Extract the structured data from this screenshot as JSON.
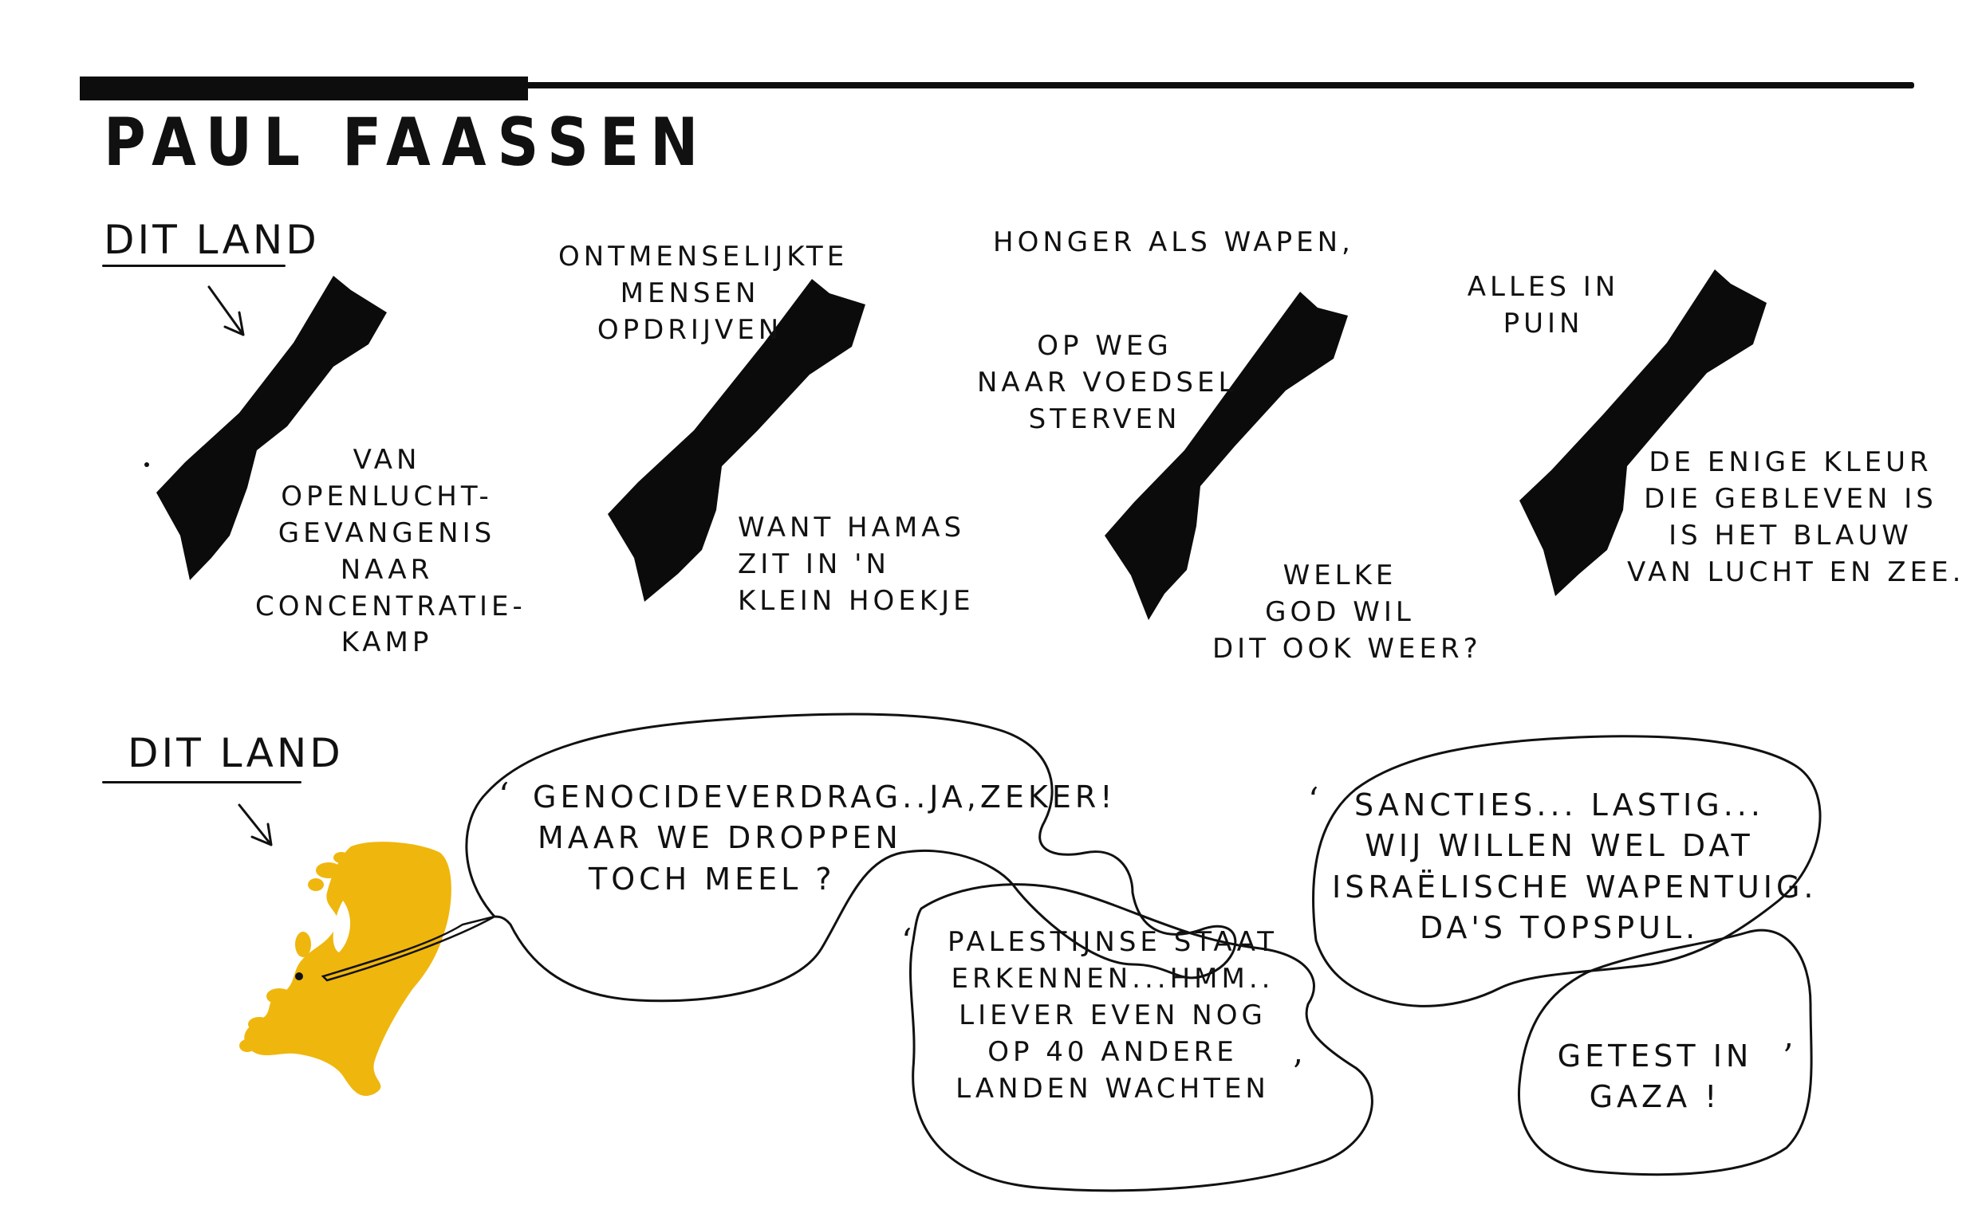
{
  "artist": "PAUL FAASSEN",
  "panels": [
    {
      "label": "DIT LAND",
      "caption_lines": [
        "VAN",
        "OPENLUCHT-",
        "GEVANGENIS",
        "NAAR",
        "CONCENTRATIE-",
        "KAMP"
      ]
    },
    {
      "top_lines": [
        "ONTMENSELIJKTE",
        "MENSEN",
        "OPDRIJVEN"
      ],
      "caption_lines": [
        "WANT HAMAS",
        "ZIT IN 'N",
        "KLEIN HOEKJE"
      ]
    },
    {
      "top_lines": [
        "HONGER ALS WAPEN,"
      ],
      "middle_lines": [
        "OP WEG",
        "NAAR VOEDSEL",
        "STERVEN"
      ],
      "caption_lines": [
        "WELKE",
        "GOD WIL",
        "DIT OOK WEER?"
      ]
    },
    {
      "top_lines": [
        "ALLES IN",
        "PUIN"
      ],
      "caption_lines": [
        "DE ENIGE KLEUR",
        "DIE GEBLEVEN IS",
        "IS HET BLAUW",
        "VAN LUCHT EN ZEE."
      ]
    }
  ],
  "bottom": {
    "label": "DIT LAND",
    "map_color": "#EFB60D",
    "speech_bubbles": [
      {
        "lines": [
          "GENOCIDEVERDRAG..JA,ZEKER!",
          "MAAR WE DROPPEN",
          "TOCH MEEL ?"
        ]
      },
      {
        "lines": [
          "PALESTIJNSE STAAT",
          "ERKENNEN...HMM..",
          "LIEVER EVEN NOG",
          "OP 40 ANDERE",
          "LANDEN WACHTEN"
        ]
      },
      {
        "lines": [
          "SANCTIES... LASTIG...",
          "WIJ WILLEN WEL DAT",
          "ISRAËLISCHE WAPENTUIG.",
          "DA'S TOPSPUL."
        ]
      },
      {
        "lines": [
          "GETEST IN",
          "GAZA !"
        ]
      }
    ]
  }
}
